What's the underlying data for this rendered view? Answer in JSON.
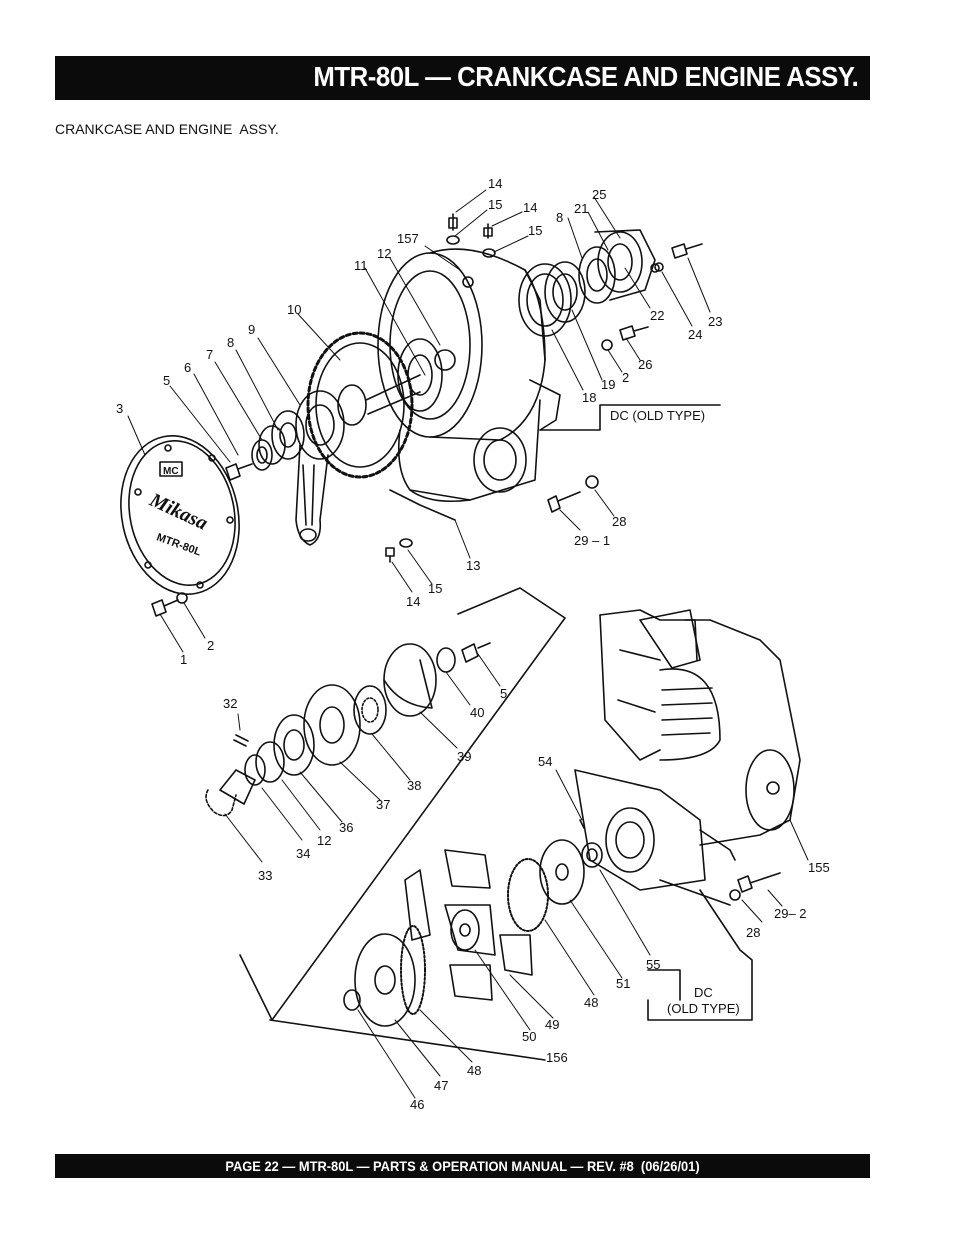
{
  "header": {
    "title": "MTR-80L — CRANKCASE AND ENGINE ASSY."
  },
  "subtitle": "CRANKCASE AND ENGINE  ASSY.",
  "footer": {
    "text": "PAGE 22 — MTR-80L — PARTS & OPERATION MANUAL — REV. #8  (06/26/01)"
  },
  "colors": {
    "bar": "#0b0b0b",
    "bar_text": "#ffffff",
    "line": "#111111"
  },
  "cover_text": {
    "logo": "MC",
    "brand": "Mikasa",
    "model": "MTR-80L"
  },
  "labels": {
    "l14a": "14",
    "l15a": "15",
    "l14b": "14",
    "l15b": "15",
    "l157": "157",
    "l12a": "12",
    "l11": "11",
    "l25": "25",
    "l8a": "8",
    "l21": "21",
    "l10": "10",
    "l9": "9",
    "l8b": "8",
    "l7": "7",
    "l6": "6",
    "l5a": "5",
    "l3": "3",
    "l22": "22",
    "l24": "24",
    "l23": "23",
    "l26": "26",
    "l2a": "2",
    "l19": "19",
    "l18": "18",
    "dc_old_1": "DC (OLD TYPE)",
    "l28a": "28",
    "l29_1": "29 – 1",
    "l13": "13",
    "l15c": "15",
    "l14c": "14",
    "l1": "1",
    "l2b": "2",
    "l5b": "5",
    "l40": "40",
    "l39": "39",
    "l38": "38",
    "l37": "37",
    "l36": "36",
    "l12b": "12",
    "l34": "34",
    "l33": "33",
    "l32": "32",
    "l54": "54",
    "l155": "155",
    "l29_2": "29– 2",
    "l28b": "28",
    "l55": "55",
    "l51": "51",
    "l48a": "48",
    "l49": "49",
    "l50": "50",
    "l48b": "48",
    "l47": "47",
    "l46": "46",
    "l156": "156",
    "dc_old_2a": "DC",
    "dc_old_2b": "(OLD TYPE)"
  }
}
